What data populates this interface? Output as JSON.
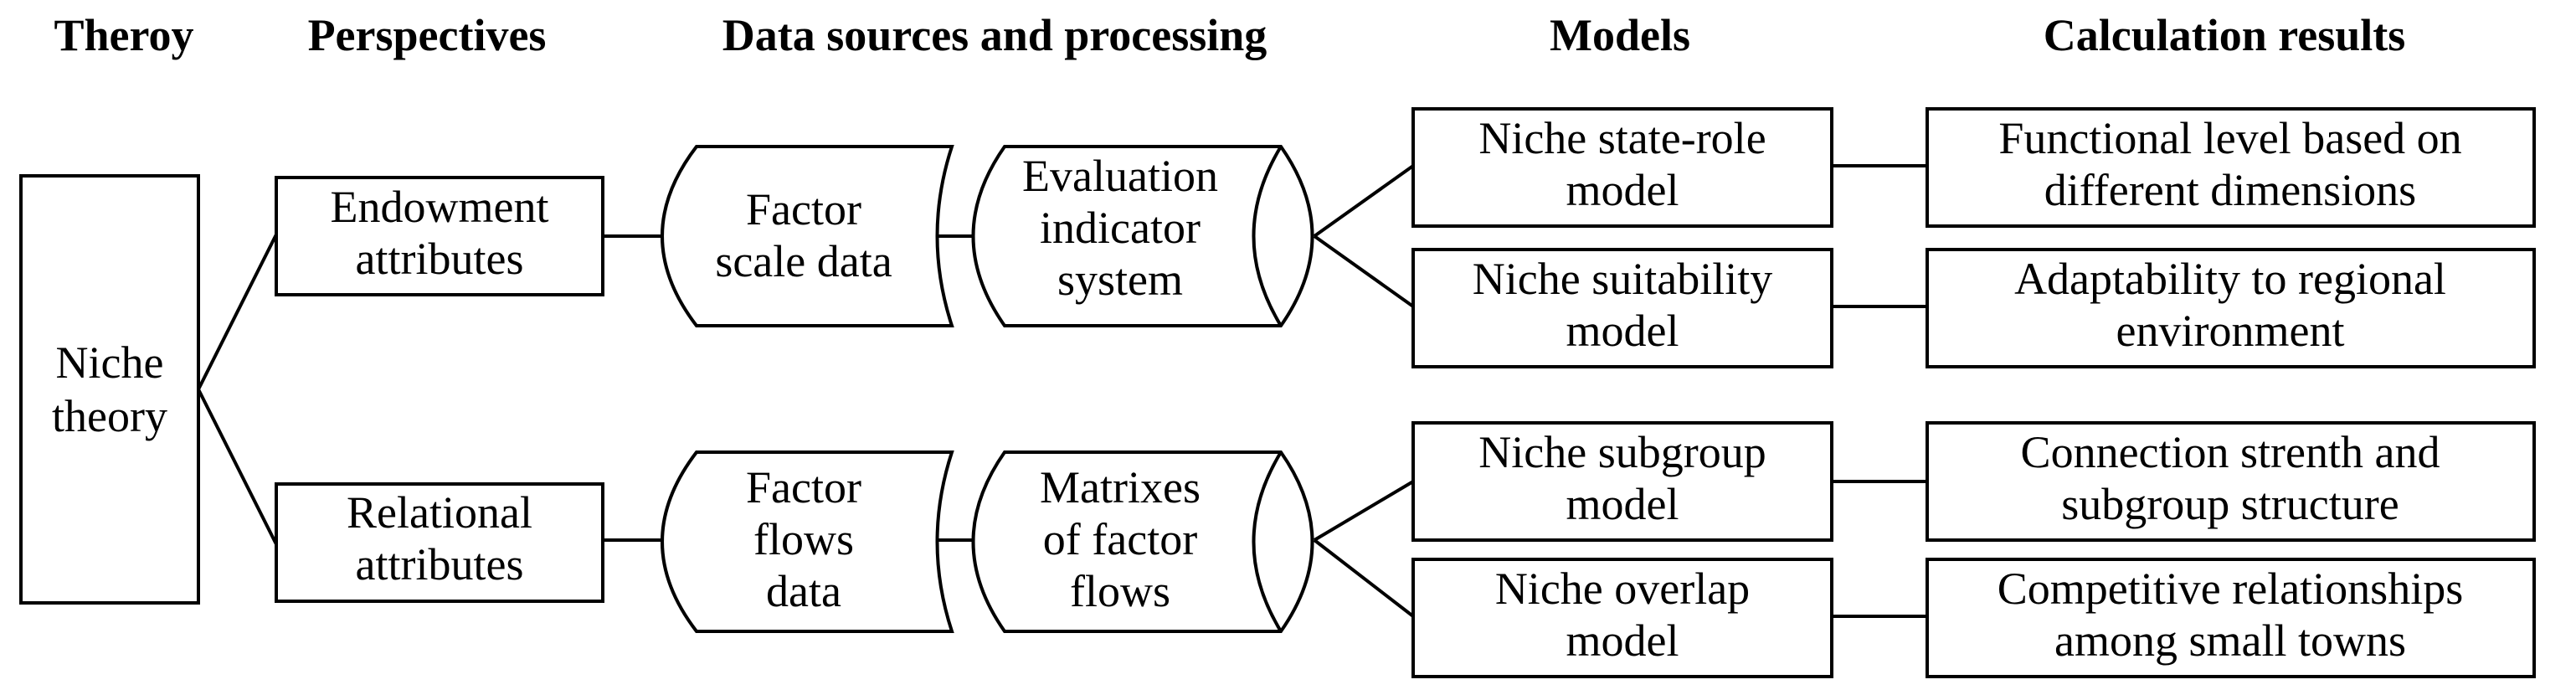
{
  "headings": {
    "theory": "Theroy",
    "perspectives": "Perspectives",
    "data": "Data sources and processing",
    "models": "Models",
    "results": "Calculation results"
  },
  "theory": {
    "line1": "Niche",
    "line2": "theory"
  },
  "perspectives": {
    "endowment": {
      "line1": "Endowment",
      "line2": "attributes"
    },
    "relational": {
      "line1": "Relational",
      "line2": "attributes"
    }
  },
  "data_sources": {
    "factor_scale": {
      "line1": "Factor",
      "line2": "scale data"
    },
    "factor_flows": {
      "line1": "Factor",
      "line2": "flows",
      "line3": "data"
    }
  },
  "processing": {
    "evaluation": {
      "line1": "Evaluation",
      "line2": "indicator",
      "line3": "system"
    },
    "matrixes": {
      "line1": "Matrixes",
      "line2": "of factor",
      "line3": "flows"
    }
  },
  "models": {
    "state_role": {
      "line1": "Niche state-role",
      "line2": "model"
    },
    "suitability": {
      "line1": "Niche suitability",
      "line2": "model"
    },
    "subgroup": {
      "line1": "Niche subgroup",
      "line2": "model"
    },
    "overlap": {
      "line1": "Niche overlap",
      "line2": "model"
    }
  },
  "results": {
    "functional": {
      "line1": "Functional level based on",
      "line2": "different dimensions"
    },
    "adaptability": {
      "line1": "Adaptability to regional",
      "line2": "environment"
    },
    "connection": {
      "line1": "Connection strenth and",
      "line2": "subgroup structure"
    },
    "competitive": {
      "line1": "Competitive relationships",
      "line2": "among small towns"
    }
  }
}
